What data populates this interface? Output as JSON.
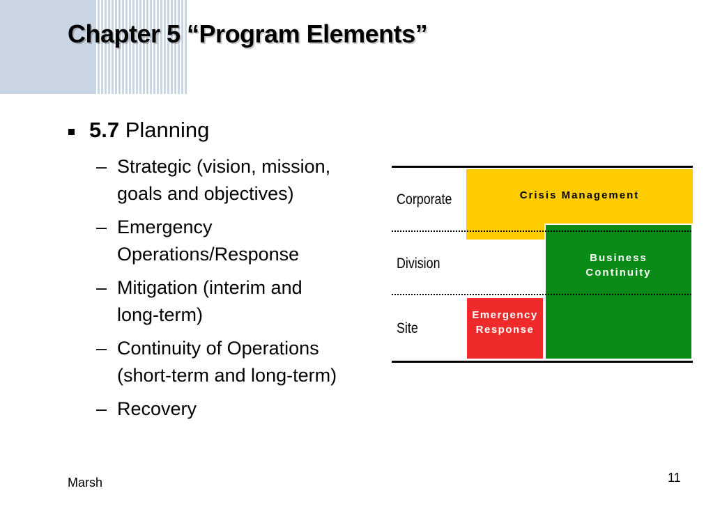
{
  "slide": {
    "title": "Chapter 5 “Program Elements”",
    "footer": "Marsh",
    "page_number": "11"
  },
  "bullets": {
    "main_number": "5.7",
    "main_text": " Planning",
    "sub_items": [
      [
        "Strategic (vision, mission,",
        "goals and objectives)"
      ],
      [
        "Emergency",
        "Operations/Response"
      ],
      [
        "Mitigation (interim and",
        "long-term)"
      ],
      [
        "Continuity of Operations",
        "(short-term and long-term)"
      ],
      [
        "Recovery"
      ]
    ],
    "dash": "–"
  },
  "diagram": {
    "rows": [
      "Corporate",
      "Division",
      "Site"
    ],
    "crisis_label": "Crisis Management",
    "business_label": [
      "Business",
      "Continuity"
    ],
    "emergency_label": [
      "Emergency",
      "Response"
    ],
    "colors": {
      "crisis": "#ffcc00",
      "business": "#0a8a16",
      "emergency": "#ee2a2a",
      "header_decoration": "#c9d5e3"
    }
  }
}
